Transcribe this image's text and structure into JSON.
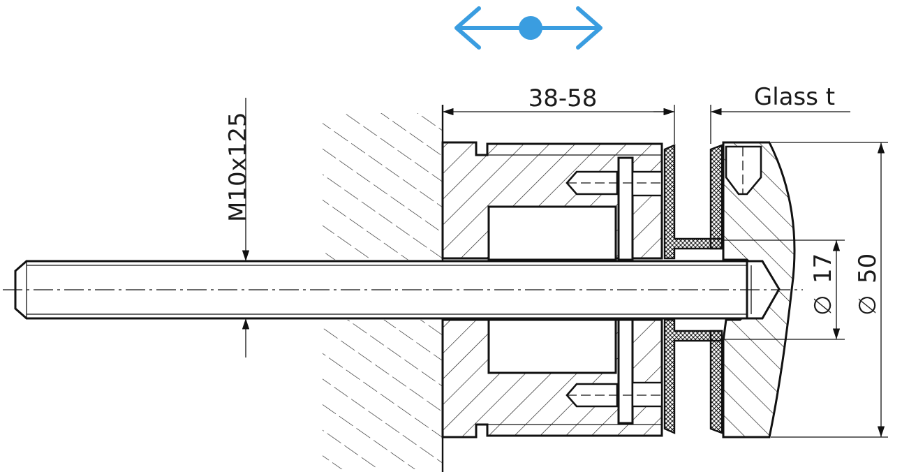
{
  "labels": {
    "thread": "M10x125",
    "clamp_range": "38-58",
    "glass": "Glass t",
    "dia_small": "17",
    "dia_large": "50",
    "dia_symbol": "∅"
  },
  "colors": {
    "indicator": "#3a9de0",
    "line": "#111111",
    "background": "#ffffff"
  },
  "icons": {
    "adjust": "double-arrow-icon"
  }
}
